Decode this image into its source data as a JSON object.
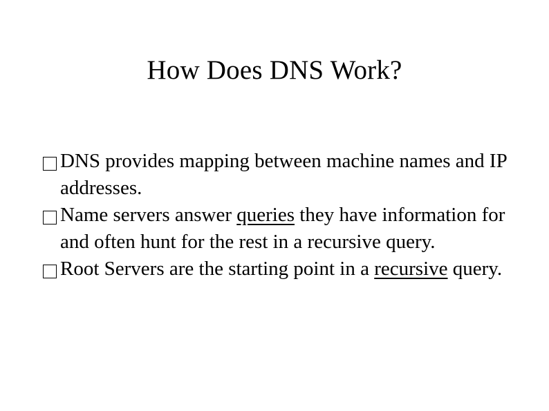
{
  "slide": {
    "title": "How Does DNS Work?",
    "bullets": [
      {
        "parts": [
          "DNS provides mapping between machine names and IP addresses."
        ]
      },
      {
        "parts": [
          "Name servers answer ",
          "queries",
          " they have information for and often hunt for the rest in a recursive query."
        ],
        "underlined": "queries"
      },
      {
        "parts": [
          "Root Servers are the starting point in a ",
          "recursive",
          " query."
        ],
        "underlined": "recursive"
      }
    ],
    "bullet_marker_icon": "hollow-square"
  }
}
